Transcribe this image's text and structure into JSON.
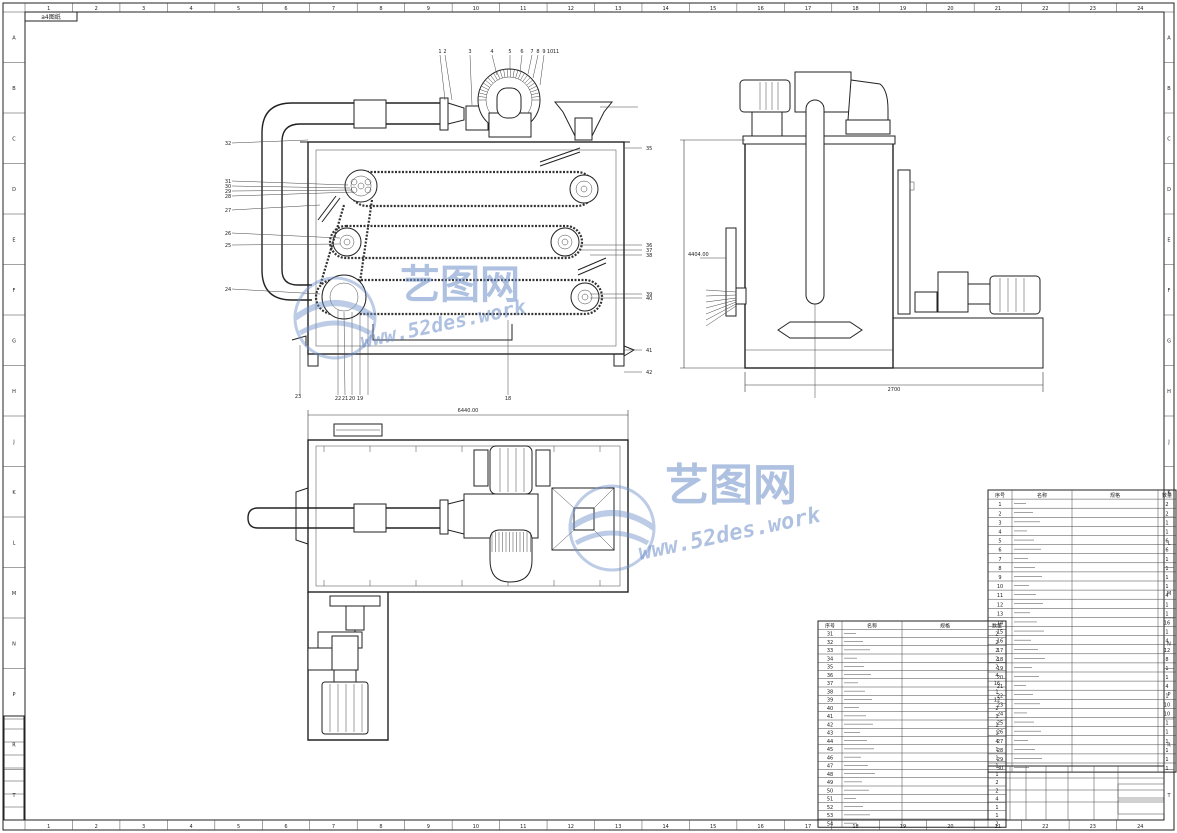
{
  "drawing": {
    "top_left_label": "a4图纸",
    "zones_top": [
      "1",
      "2",
      "3",
      "4",
      "5",
      "6",
      "7",
      "8",
      "9",
      "10",
      "11",
      "12",
      "13",
      "14",
      "15",
      "16",
      "17",
      "18",
      "19",
      "20",
      "21",
      "22",
      "23",
      "24"
    ],
    "zones_side": [
      "A",
      "B",
      "C",
      "D",
      "E",
      "F",
      "G",
      "H",
      "J",
      "K",
      "L",
      "M",
      "N",
      "P",
      "R",
      "T"
    ],
    "dimension_top_width": "6440.00",
    "dimension_side_height": "4404.00",
    "dimension_side_width": "2700",
    "front_view_callouts_top": [
      "1",
      "2",
      "3",
      "4",
      "5",
      "6",
      "7",
      "8",
      "9",
      "10",
      "11"
    ],
    "front_view_callouts_left": [
      "32",
      "31",
      "30",
      "29",
      "28",
      "27",
      "26",
      "25",
      "24",
      "23"
    ],
    "front_view_callouts_right": [
      "35",
      "36",
      "37",
      "38",
      "39",
      "40",
      "41",
      "42"
    ],
    "front_view_callouts_bottom": [
      "22",
      "21",
      "20",
      "19",
      "18"
    ]
  },
  "watermark": {
    "brand": "艺图网",
    "url": "www.52des.work"
  },
  "bom_right": {
    "headers": [
      "序号",
      "名称",
      "规格",
      "数量"
    ],
    "rows": [
      {
        "no": "1",
        "qty": "2"
      },
      {
        "no": "2",
        "qty": "2"
      },
      {
        "no": "3",
        "qty": "1"
      },
      {
        "no": "4",
        "qty": "1"
      },
      {
        "no": "5",
        "qty": "6"
      },
      {
        "no": "6",
        "qty": "6"
      },
      {
        "no": "7",
        "qty": "1"
      },
      {
        "no": "8",
        "qty": "1"
      },
      {
        "no": "9",
        "qty": "1"
      },
      {
        "no": "10",
        "qty": "1"
      },
      {
        "no": "11",
        "qty": "4"
      },
      {
        "no": "12",
        "qty": "1"
      },
      {
        "no": "13",
        "qty": "1"
      },
      {
        "no": "14",
        "qty": "16"
      },
      {
        "no": "15",
        "qty": "1"
      },
      {
        "no": "16",
        "qty": "4"
      },
      {
        "no": "17",
        "qty": "12"
      },
      {
        "no": "18",
        "qty": "8"
      },
      {
        "no": "19",
        "qty": "1"
      },
      {
        "no": "20",
        "qty": "1"
      },
      {
        "no": "21",
        "qty": "4"
      },
      {
        "no": "22",
        "qty": "1"
      },
      {
        "no": "23",
        "qty": "10"
      },
      {
        "no": "24",
        "qty": "10"
      },
      {
        "no": "25",
        "qty": "1"
      },
      {
        "no": "26",
        "qty": "1"
      },
      {
        "no": "27",
        "qty": "1"
      },
      {
        "no": "28",
        "qty": "1"
      },
      {
        "no": "29",
        "qty": "1"
      },
      {
        "no": "30",
        "qty": "1"
      }
    ]
  },
  "bom_left": {
    "headers": [
      "序号",
      "名称",
      "规格",
      "数量"
    ],
    "rows": [
      {
        "no": "31",
        "qty": "2"
      },
      {
        "no": "32",
        "qty": "2"
      },
      {
        "no": "33",
        "qty": "2"
      },
      {
        "no": "34",
        "qty": "2"
      },
      {
        "no": "35",
        "qty": "2"
      },
      {
        "no": "36",
        "qty": "4"
      },
      {
        "no": "37",
        "qty": "16"
      },
      {
        "no": "38",
        "qty": "1"
      },
      {
        "no": "39",
        "qty": "12"
      },
      {
        "no": "40",
        "qty": "2"
      },
      {
        "no": "41",
        "qty": "1"
      },
      {
        "no": "42",
        "qty": "1"
      },
      {
        "no": "43",
        "qty": "1"
      },
      {
        "no": "44",
        "qty": "4"
      },
      {
        "no": "45",
        "qty": "1"
      },
      {
        "no": "46",
        "qty": "1"
      },
      {
        "no": "47",
        "qty": "1"
      },
      {
        "no": "48",
        "qty": "1"
      },
      {
        "no": "49",
        "qty": "2"
      },
      {
        "no": "50",
        "qty": "2"
      },
      {
        "no": "51",
        "qty": "4"
      },
      {
        "no": "52",
        "qty": "1"
      },
      {
        "no": "53",
        "qty": "1"
      },
      {
        "no": "54",
        "qty": "2"
      }
    ]
  },
  "colors": {
    "line": "#222222",
    "watermark": "#6f90c9",
    "paper": "#ffffff"
  }
}
